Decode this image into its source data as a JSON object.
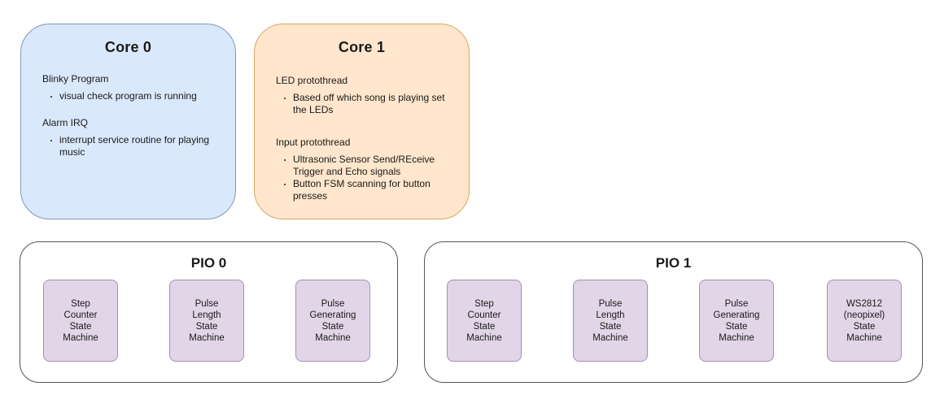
{
  "core0": {
    "title": "Core 0",
    "sections": [
      {
        "title": "Blinky Program",
        "bullets": [
          "visual check program is running"
        ]
      },
      {
        "title": "Alarm IRQ",
        "bullets": [
          "interrupt service routine for playing music"
        ]
      }
    ]
  },
  "core1": {
    "title": "Core 1",
    "sections": [
      {
        "title": "LED protothread",
        "bullets": [
          "Based off which song is playing set the LEDs"
        ]
      },
      {
        "title": "Input protothread",
        "bullets": [
          "Ultrasonic Sensor Send/REceive Trigger and Echo signals",
          "Button FSM scanning for button presses"
        ]
      }
    ]
  },
  "pio0": {
    "title": "PIO 0",
    "machines": [
      "Step\nCounter\nState\nMachine",
      "Pulse\nLength\nState\nMachine",
      "Pulse\nGenerating\nState\nMachine"
    ]
  },
  "pio1": {
    "title": "PIO 1",
    "machines": [
      "Step\nCounter\nState\nMachine",
      "Pulse\nLength\nState\nMachine",
      "Pulse\nGenerating\nState\nMachine",
      "WS2812\n(neopixel)\nState\nMachine"
    ]
  },
  "colors": {
    "core0_fill": "#dae8fc",
    "core1_fill": "#ffe6cc",
    "state_machine_fill": "#e1d5e7"
  }
}
